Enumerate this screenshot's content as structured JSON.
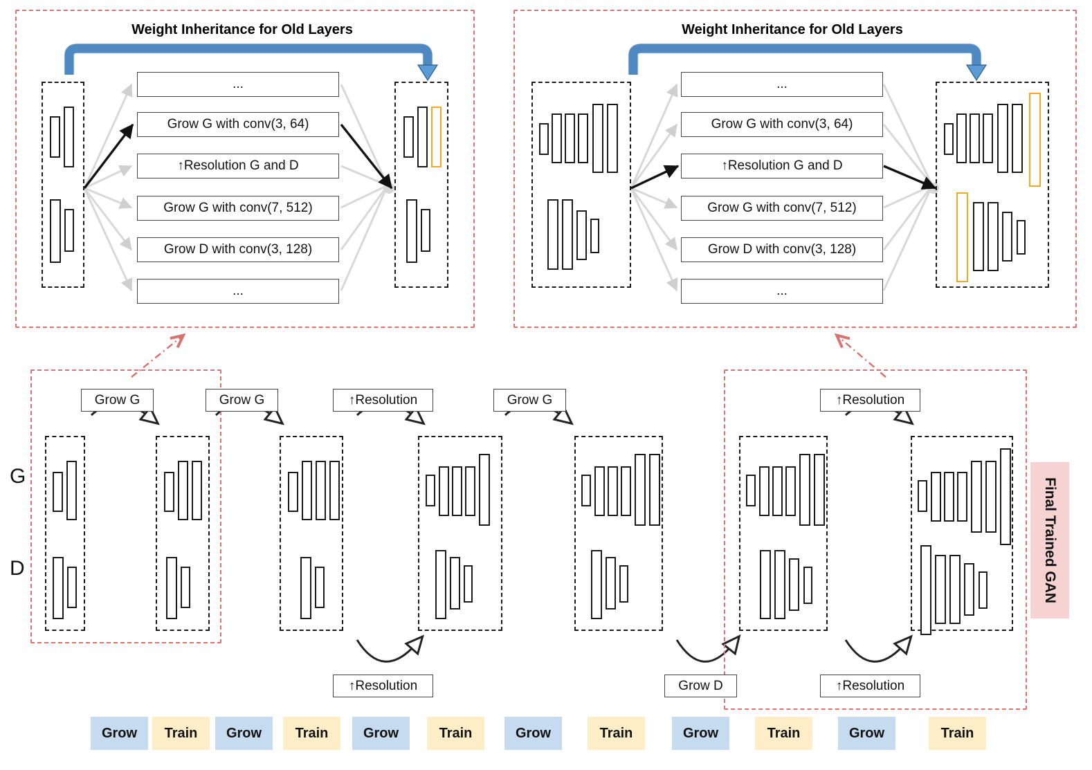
{
  "panels": [
    {
      "title": "Weight Inheritance for Old Layers",
      "ops": [
        "...",
        "Grow G with conv(3, 64)",
        "↑Resolution G and D",
        "Grow G with conv(7, 512)",
        "Grow D with conv(3, 128)",
        "..."
      ],
      "selected_index": 1,
      "colors": {
        "arrow": "#5B9BD5",
        "frame": "#d9736f",
        "highlight": "#f5a623"
      },
      "input_net": {
        "G": [
          {
            "h": 60,
            "y": 22
          },
          {
            "h": 88,
            "y": 8
          }
        ],
        "D": [
          {
            "h": 92,
            "y": 0
          },
          {
            "h": 62,
            "y": 14
          }
        ]
      },
      "output_net": {
        "G": [
          {
            "h": 60,
            "y": 22,
            "hl": false
          },
          {
            "h": 88,
            "y": 8,
            "hl": false
          },
          {
            "h": 88,
            "y": 8,
            "hl": true
          }
        ],
        "D": [
          {
            "h": 92,
            "y": 0,
            "hl": false
          },
          {
            "h": 62,
            "y": 14,
            "hl": false
          }
        ]
      }
    },
    {
      "title": "Weight Inheritance for Old Layers",
      "ops": [
        "...",
        "Grow G with conv(3, 64)",
        "↑Resolution G and D",
        "Grow G with conv(7, 512)",
        "Grow D with conv(3, 128)",
        "..."
      ],
      "selected_index": 2,
      "colors": {
        "arrow": "#5B9BD5",
        "frame": "#d9736f",
        "highlight": "#f5a623"
      },
      "input_net": {
        "G": [
          {
            "h": 46,
            "y": 32
          },
          {
            "h": 72,
            "y": 20
          },
          {
            "h": 72,
            "y": 20
          },
          {
            "h": 72,
            "y": 20
          },
          {
            "h": 100,
            "y": 6
          },
          {
            "h": 100,
            "y": 6
          }
        ],
        "D": [
          {
            "h": 102,
            "y": 0
          },
          {
            "h": 102,
            "y": 0
          },
          {
            "h": 72,
            "y": 16
          },
          {
            "h": 50,
            "y": 28
          }
        ]
      },
      "output_net": {
        "G": [
          {
            "h": 46,
            "y": 36,
            "hl": false
          },
          {
            "h": 72,
            "y": 24,
            "hl": false
          },
          {
            "h": 72,
            "y": 24,
            "hl": false
          },
          {
            "h": 72,
            "y": 24,
            "hl": false
          },
          {
            "h": 100,
            "y": 10,
            "hl": false
          },
          {
            "h": 100,
            "y": 10,
            "hl": false
          },
          {
            "h": 136,
            "y": 0,
            "hl": true
          }
        ],
        "D": [
          {
            "h": 130,
            "y": 0,
            "hl": true
          },
          {
            "h": 100,
            "y": 14,
            "hl": false
          },
          {
            "h": 100,
            "y": 14,
            "hl": false
          },
          {
            "h": 72,
            "y": 28,
            "hl": false
          },
          {
            "h": 50,
            "y": 40,
            "hl": false
          }
        ]
      }
    }
  ],
  "timeline": {
    "side_labels": {
      "generator": "G",
      "discriminator": "D"
    },
    "final_label": "Final Trained GAN",
    "top_ops": [
      "Grow G",
      "Grow G",
      "↑Resolution",
      "Grow G",
      "↑Resolution"
    ],
    "bottom_ops": [
      "↑Resolution",
      "Grow D",
      "↑Resolution"
    ],
    "stages": [
      {
        "G": [
          {
            "h": 58,
            "y": 20
          },
          {
            "h": 86,
            "y": 4
          }
        ],
        "D": [
          {
            "h": 90,
            "y": 0
          },
          {
            "h": 60,
            "y": 14
          }
        ]
      },
      {
        "G": [
          {
            "h": 58,
            "y": 20
          },
          {
            "h": 86,
            "y": 4
          },
          {
            "h": 86,
            "y": 4
          }
        ],
        "D": [
          {
            "h": 90,
            "y": 0
          },
          {
            "h": 60,
            "y": 14
          }
        ]
      },
      {
        "G": [
          {
            "h": 58,
            "y": 20
          },
          {
            "h": 86,
            "y": 4
          },
          {
            "h": 86,
            "y": 4
          },
          {
            "h": 86,
            "y": 4
          }
        ],
        "D": [
          {
            "h": 90,
            "y": 0
          },
          {
            "h": 60,
            "y": 14
          }
        ]
      },
      {
        "G": [
          {
            "h": 46,
            "y": 28
          },
          {
            "h": 72,
            "y": 16
          },
          {
            "h": 72,
            "y": 16
          },
          {
            "h": 72,
            "y": 16
          },
          {
            "h": 104,
            "y": 0
          }
        ],
        "D": [
          {
            "h": 100,
            "y": 0
          },
          {
            "h": 76,
            "y": 10
          },
          {
            "h": 54,
            "y": 22
          }
        ]
      },
      {
        "G": [
          {
            "h": 46,
            "y": 28
          },
          {
            "h": 72,
            "y": 16
          },
          {
            "h": 72,
            "y": 16
          },
          {
            "h": 72,
            "y": 16
          },
          {
            "h": 104,
            "y": 0
          },
          {
            "h": 104,
            "y": 0
          }
        ],
        "D": [
          {
            "h": 100,
            "y": 0
          },
          {
            "h": 76,
            "y": 10
          },
          {
            "h": 54,
            "y": 22
          }
        ]
      },
      {
        "G": [
          {
            "h": 46,
            "y": 28
          },
          {
            "h": 72,
            "y": 16
          },
          {
            "h": 72,
            "y": 16
          },
          {
            "h": 72,
            "y": 16
          },
          {
            "h": 104,
            "y": 0
          },
          {
            "h": 104,
            "y": 0
          }
        ],
        "D": [
          {
            "h": 100,
            "y": 0
          },
          {
            "h": 100,
            "y": 0
          },
          {
            "h": 76,
            "y": 12
          },
          {
            "h": 54,
            "y": 24
          }
        ]
      },
      {
        "G": [
          {
            "h": 46,
            "y": 38
          },
          {
            "h": 72,
            "y": 26
          },
          {
            "h": 72,
            "y": 26
          },
          {
            "h": 72,
            "y": 26
          },
          {
            "h": 104,
            "y": 10
          },
          {
            "h": 104,
            "y": 10
          },
          {
            "h": 140,
            "y": 0
          }
        ],
        "D": [
          {
            "h": 130,
            "y": 0
          },
          {
            "h": 100,
            "y": 14
          },
          {
            "h": 100,
            "y": 14
          },
          {
            "h": 76,
            "y": 26
          },
          {
            "h": 54,
            "y": 38
          }
        ]
      }
    ]
  },
  "legend": {
    "items": [
      "Grow",
      "Train",
      "Grow",
      "Train",
      "Grow",
      "Train",
      "Grow",
      "Train",
      "Grow",
      "Train",
      "Grow",
      "Train"
    ],
    "colors": {
      "grow": "#c6dbef",
      "train": "#fdeec8"
    }
  }
}
